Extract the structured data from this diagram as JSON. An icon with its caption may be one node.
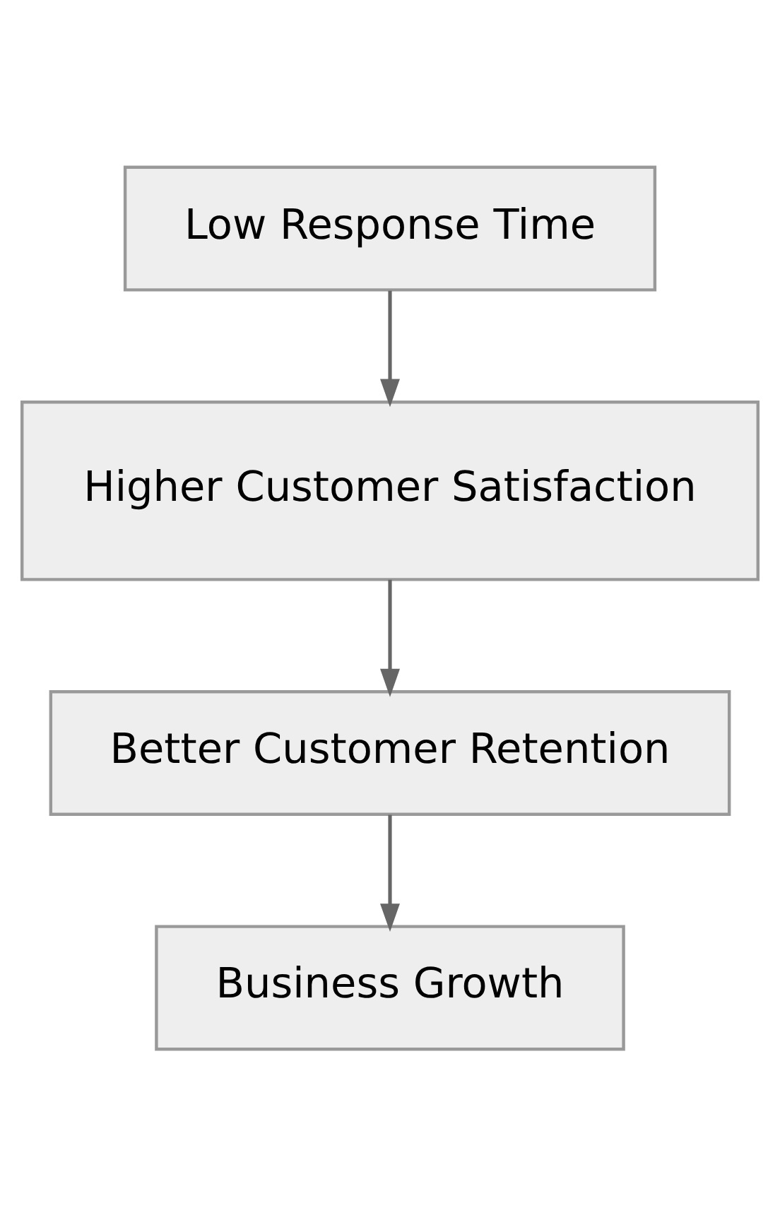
{
  "diagram": {
    "nodes": [
      {
        "text": [
          "Low Response Time"
        ]
      },
      {
        "text": [
          "Higher Customer Satisfaction"
        ]
      },
      {
        "text": [
          "Better Customer Retention"
        ]
      },
      {
        "text": [
          "Business Growth"
        ]
      }
    ],
    "edges": [
      {
        "from": 0,
        "to": 1,
        "arrow": "to"
      },
      {
        "from": 1,
        "to": 2,
        "arrow": "to"
      },
      {
        "from": 2,
        "to": 3,
        "arrow": "to"
      }
    ]
  }
}
